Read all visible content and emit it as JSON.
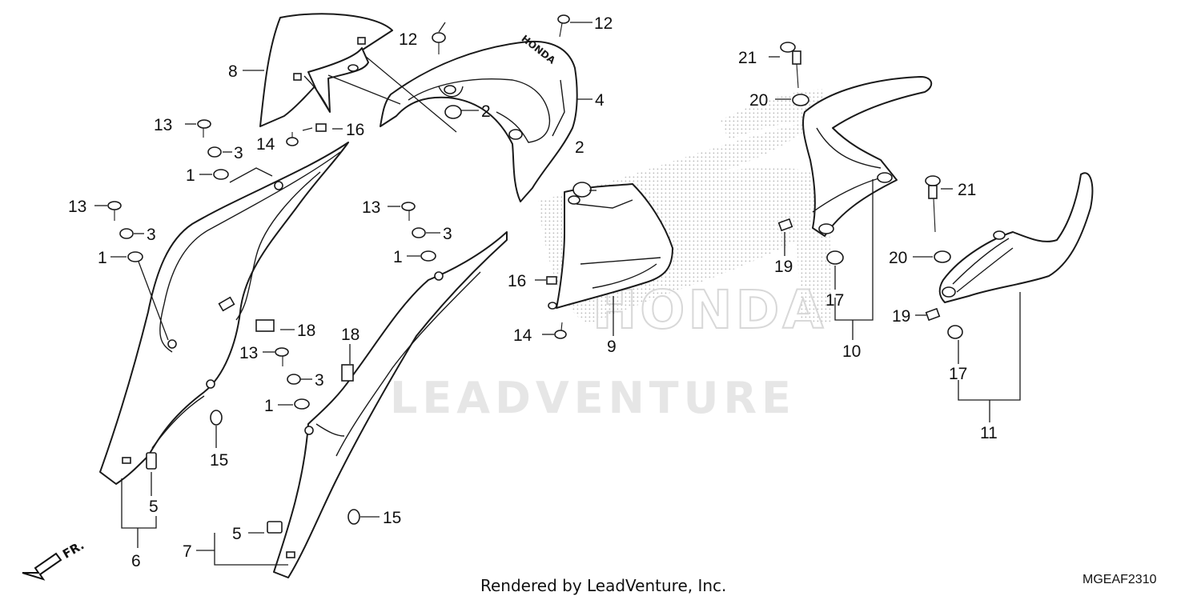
{
  "diagram": {
    "callouts": {
      "c1a": "1",
      "c1b": "1",
      "c1c": "1",
      "c1d": "1",
      "c2a": "2",
      "c2b": "2",
      "c3a": "3",
      "c3b": "3",
      "c3c": "3",
      "c3d": "3",
      "c4": "4",
      "c5a": "5",
      "c5b": "5",
      "c6": "6",
      "c7": "7",
      "c8": "8",
      "c9": "9",
      "c10": "10",
      "c11": "11",
      "c12a": "12",
      "c12b": "12",
      "c13a": "13",
      "c13b": "13",
      "c13c": "13",
      "c13d": "13",
      "c14a": "14",
      "c14b": "14",
      "c15a": "15",
      "c15b": "15",
      "c16a": "16",
      "c16b": "16",
      "c17a": "17",
      "c17b": "17",
      "c18a": "18",
      "c18b": "18",
      "c19a": "19",
      "c19b": "19",
      "c20a": "20",
      "c20b": "20",
      "c21a": "21",
      "c21b": "21"
    },
    "direction_label": "FR.",
    "watermark_text": "LEADVENTURE",
    "emblem_text": "HONDA",
    "brand_mark": "HONDA",
    "footer_text": "Rendered by LeadVenture, Inc.",
    "diagram_code": "MGEAF2310"
  }
}
